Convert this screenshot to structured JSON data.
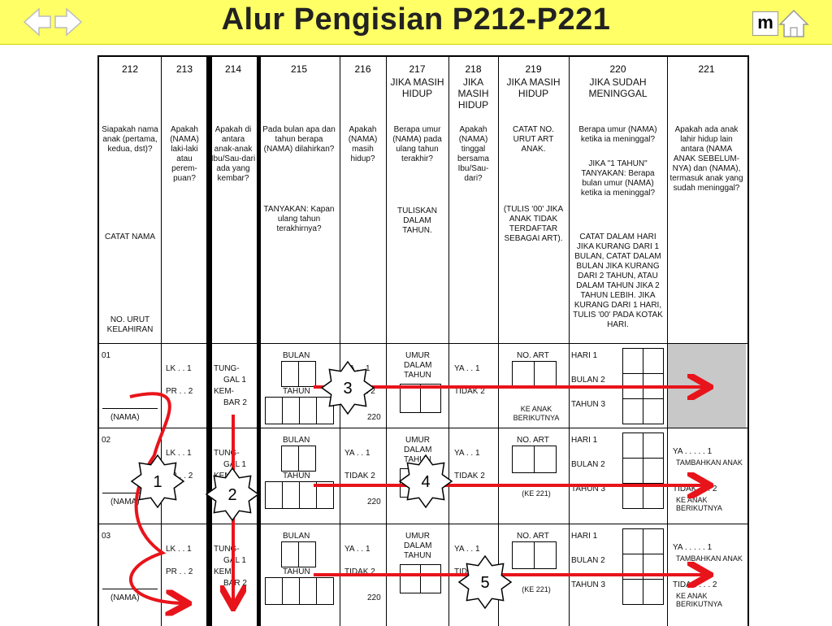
{
  "header": {
    "title": "Alur Pengisian P212-P221",
    "logo_letter": "m",
    "back_icon": "arrow-left-icon",
    "forward_icon": "arrow-right-icon",
    "home_icon": "home-icon"
  },
  "colors": {
    "title_bar": "#ffff66",
    "arrow": "#e8141b",
    "shade": "#c8c8c8"
  },
  "columns": [
    {
      "num": "212",
      "sub": "",
      "question": "Siapakah nama anak (pertama, kedua, dst)?",
      "note": "CATAT NAMA",
      "note2": "NO. URUT KELAHIRAN"
    },
    {
      "num": "213",
      "sub": "",
      "question": "Apakah (NAMA) laki-laki atau perem-puan?",
      "note": "",
      "note2": ""
    },
    {
      "num": "214",
      "sub": "",
      "question": "Apakah di antara anak-anak Ibu/Sau-dari ada yang kembar?",
      "note": "",
      "note2": ""
    },
    {
      "num": "215",
      "sub": "",
      "question": "Pada bulan apa dan tahun berapa (NAMA) dilahirkan?",
      "note": "TANYAKAN: Kapan ulang tahun terakhirnya?",
      "note2": ""
    },
    {
      "num": "216",
      "sub": "",
      "question": "Apakah (NAMA) masih hidup?",
      "note": "",
      "note2": ""
    },
    {
      "num": "217",
      "sub": "JIKA MASIH HIDUP",
      "question": "Berapa umur (NAMA) pada ulang tahun terakhir?",
      "note": "TULISKAN DALAM TAHUN.",
      "note2": ""
    },
    {
      "num": "218",
      "sub": "JIKA MASIH HIDUP",
      "question": "Apakah (NAMA) tinggal bersama Ibu/Sau-dari?",
      "note": "",
      "note2": ""
    },
    {
      "num": "219",
      "sub": "JIKA MASIH HIDUP",
      "question": "CATAT NO. URUT ART ANAK.",
      "note": "(TULIS '00' JIKA ANAK TIDAK TERDAFTAR SEBAGAI ART).",
      "note2": ""
    },
    {
      "num": "220",
      "sub": "JIKA SUDAH MENINGGAL",
      "question": "Berapa umur (NAMA) ketika ia meninggal?",
      "note": "JIKA \"1 TAHUN\" TANYAKAN: Berapa bulan umur (NAMA) ketika ia meninggal?",
      "note2": "CATAT DALAM HARI JIKA KURANG DARI 1 BULAN, CATAT DALAM BULAN JIKA KURANG DARI 2 TAHUN, ATAU DALAM TAHUN JIKA 2 TAHUN LEBIH. JIKA KURANG DARI 1 HARI, TULIS '00' PADA KOTAK HARI."
    },
    {
      "num": "221",
      "sub": "",
      "question": "Apakah ada anak lahir hidup lain antara (NAMA ANAK SEBELUM-NYA) dan (NAMA), termasuk anak yang sudah meninggal?",
      "note": "",
      "note2": ""
    }
  ],
  "rows": [
    {
      "no": "01",
      "name": "(NAMA)",
      "sex": [
        "LK . . 1",
        "PR . . 2"
      ],
      "twin": [
        "TUNG-",
        "GAL  1",
        "KEM-",
        "BAR  2"
      ],
      "month": "BULAN",
      "year": "TAHUN",
      "alive": [
        "YA . . 1",
        "TIDAK  2"
      ],
      "goto": "220",
      "age": [
        "UMUR",
        "DALAM",
        "TAHUN"
      ],
      "live_with": [
        "YA . . 1",
        "TIDAK  2"
      ],
      "art": "NO. ART",
      "art_note": "KE ANAK BERIKUTNYA",
      "death": [
        "HARI  1",
        "BULAN  2",
        "TAHUN  3"
      ],
      "q221": []
    },
    {
      "no": "02",
      "name": "(NAMA)",
      "sex": [
        "LK . . 1",
        "PR . . 2"
      ],
      "twin": [
        "TUNG-",
        "GAL  1",
        "KEM-",
        "BAR  2"
      ],
      "month": "BULAN",
      "year": "TAHUN",
      "alive": [
        "YA . . 1",
        "TIDAK  2"
      ],
      "goto": "220",
      "age": [
        "UMUR",
        "DALAM",
        "TAHUN"
      ],
      "live_with": [
        "YA . . 1",
        "TIDAK  2"
      ],
      "art": "NO. ART",
      "art_note": "(KE 221)",
      "death": [
        "HARI  1",
        "BULAN  2",
        "TAHUN  3"
      ],
      "q221": [
        "YA . . . . . 1",
        "TAMBAHKAN ANAK",
        "TIDAK . . . 2",
        "KE ANAK BERIKUTNYA"
      ]
    },
    {
      "no": "03",
      "name": "(NAMA)",
      "sex": [
        "LK . . 1",
        "PR . . 2"
      ],
      "twin": [
        "TUNG-",
        "GAL  1",
        "KEM-",
        "BAR  2"
      ],
      "month": "BULAN",
      "year": "TAHUN",
      "alive": [
        "YA . . 1",
        "TIDAK  2"
      ],
      "goto": "220",
      "age": [
        "UMUR",
        "DALAM",
        "TAHUN"
      ],
      "live_with": [
        "YA . . 1",
        "TIDAK  2"
      ],
      "art": "NO. ART",
      "art_note": "(KE 221)",
      "death": [
        "HARI  1",
        "BULAN  2",
        "TAHUN  3"
      ],
      "q221": [
        "YA . . . . . 1",
        "TAMBAHKAN ANAK",
        "TIDAK . . . 2",
        "KE ANAK BERIKUTNYA"
      ]
    }
  ],
  "flow_badges": [
    "1",
    "2",
    "3",
    "4",
    "5"
  ]
}
